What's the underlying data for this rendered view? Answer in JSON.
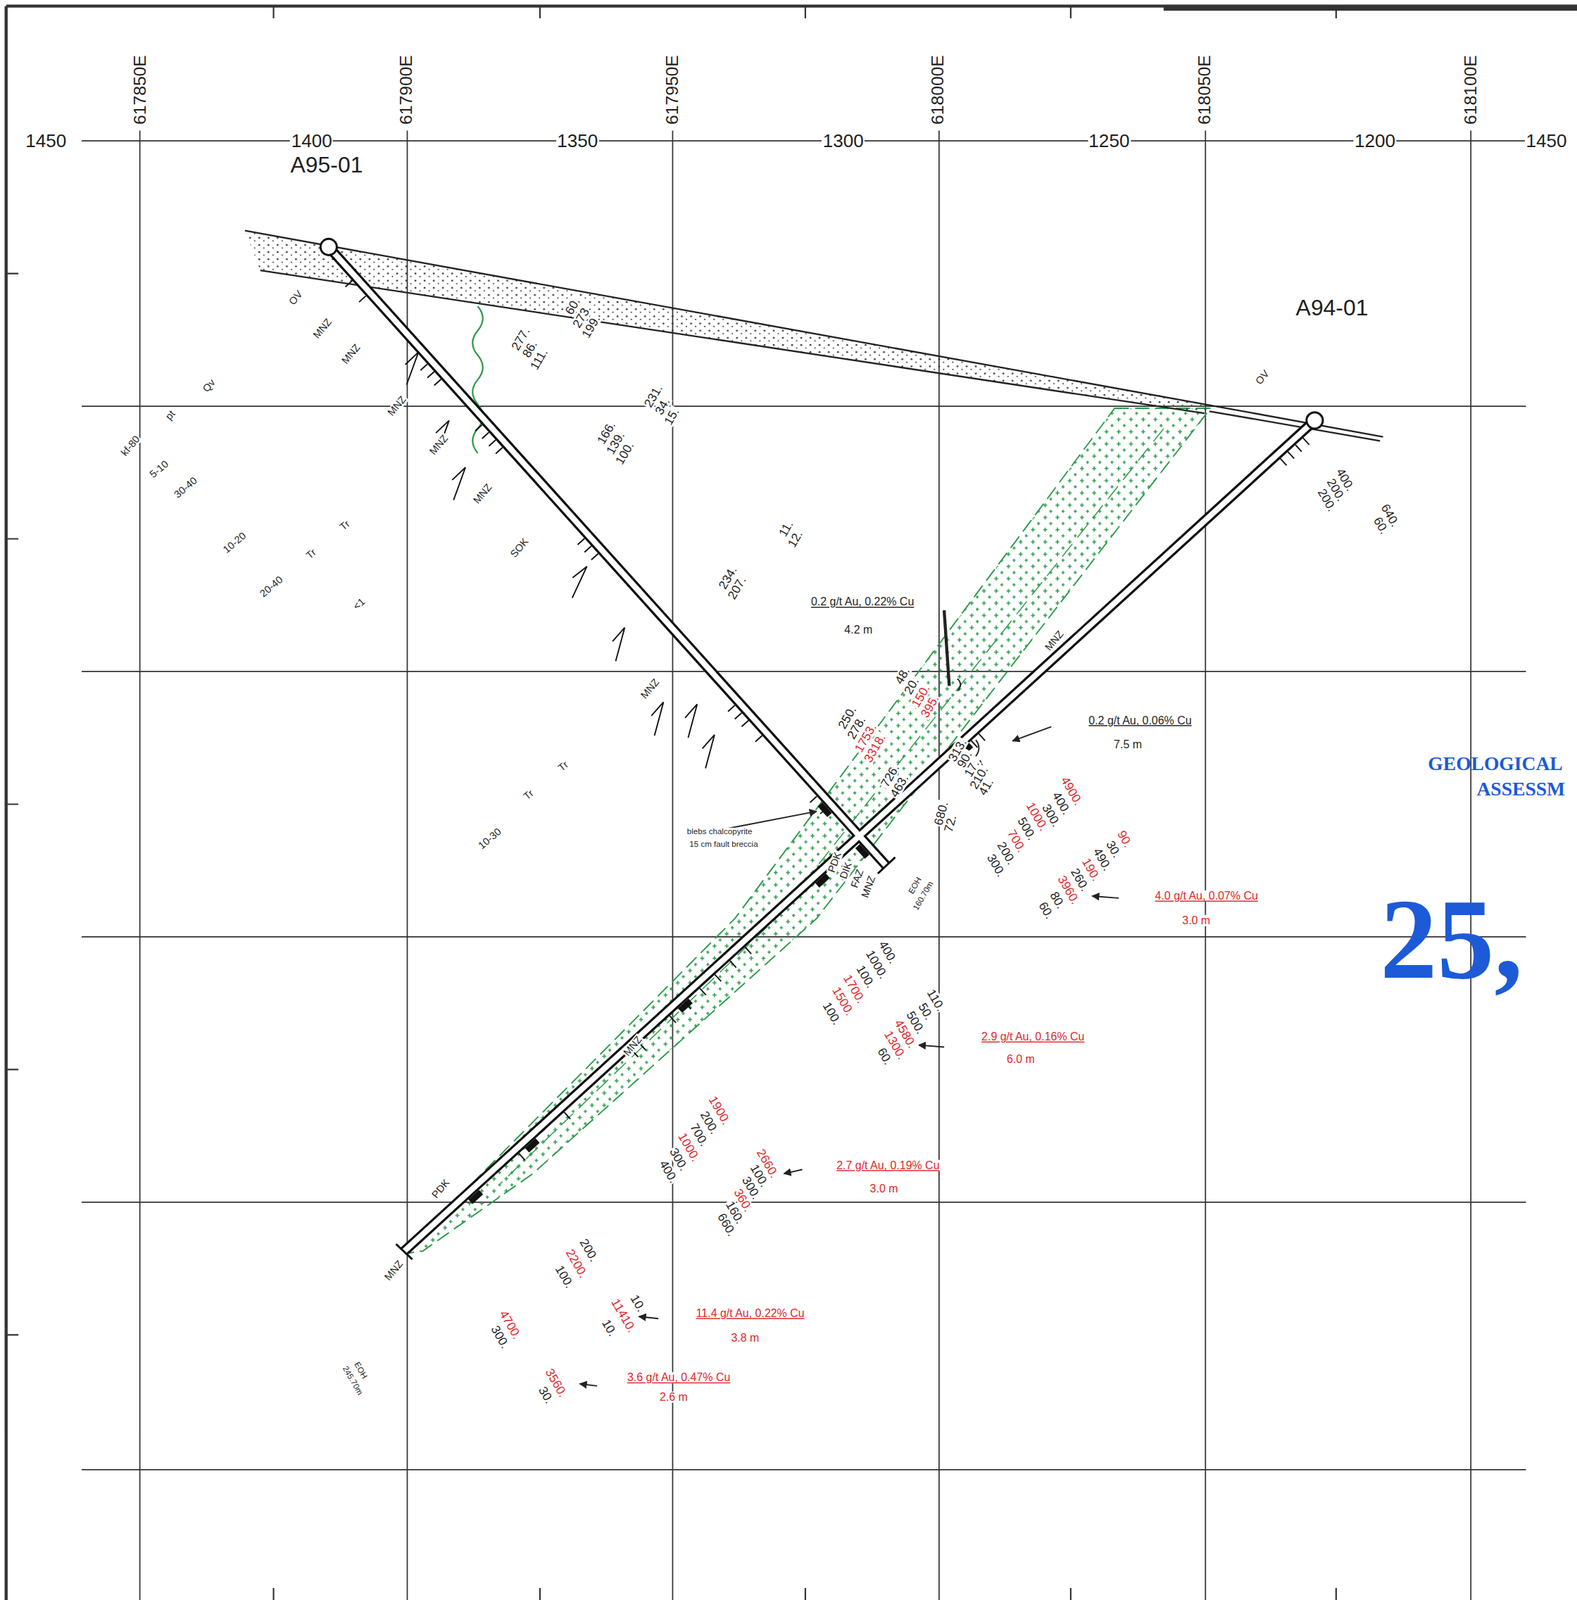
{
  "diagram": {
    "labels": [
      "617850E",
      "617900E",
      "617950E",
      "618000E",
      "618050E",
      "618100E",
      "1450",
      "1400",
      "1350",
      "1300",
      "1250",
      "1200",
      "1450",
      "1400",
      "1350",
      "1300",
      "1250",
      "1200",
      "A95-01",
      "A94-01",
      "kf-80",
      "Qv",
      "pt",
      "5-10",
      "30-40",
      "10-20",
      "Tr",
      "Tr",
      "20-40",
      "<1",
      "10-30",
      "Tr",
      "Tr",
      "OV",
      "MNZ",
      "MNZ",
      "MNZ",
      "MNZ",
      "MNZ",
      "SOK",
      "MNZ",
      "MNZ",
      "OV",
      "MNZ",
      "PDK",
      "MNZ",
      "PDK",
      "DIK",
      "FAZ",
      "MNZ",
      "blebs chalcopyrite",
      "15 cm fault breccia",
      "60.",
      "273.",
      "199.",
      "277.",
      "86.",
      "111.",
      "231.",
      "34.",
      "15.",
      "166.",
      "139.",
      "100.",
      "11.",
      "12.",
      "234.",
      "207.",
      "48.",
      "20.",
      "150.",
      "395.",
      "250.",
      "278.",
      "1753.",
      "3318.",
      "726.",
      "463.",
      "313.",
      "90.",
      "17.",
      "210.",
      "41.",
      "680.",
      "72.",
      "EOH",
      "160.70m",
      "400.",
      "200.",
      "200.",
      "640.",
      "60.",
      "0.2 g/t Au, 0.22% Cu",
      "4.2 m",
      "0.2 g/t Au, 0.06% Cu",
      "7.5 m",
      "4900.",
      "400.",
      "300.",
      "1000.",
      "500.",
      "700.",
      "200.",
      "300.",
      "90.",
      "30.",
      "490.",
      "190.",
      "260.",
      "3960.",
      "80.",
      "60.",
      "4.0 g/t Au, 0.07% Cu",
      "3.0 m",
      "400.",
      "1000.",
      "100.",
      "1700.",
      "1500.",
      "100.",
      "110.",
      "50.",
      "500.",
      "4580.",
      "1300.",
      "60.",
      "2.9 g/t Au, 0.16% Cu",
      "6.0 m",
      "1900.",
      "200.",
      "700.",
      "1000.",
      "300.",
      "400.",
      "2660.",
      "100.",
      "300.",
      "360.",
      "160.",
      "660.",
      "2.7 g/t Au, 0.19% Cu",
      "3.0 m",
      "200.",
      "2200.",
      "100.",
      "10.",
      "11410.",
      "10.",
      "11.4 g/t Au, 0.22% Cu",
      "3.8 m",
      "4700.",
      "300.",
      "3560.",
      "30.",
      "3.6 g/t Au, 0.47% Cu",
      "2.6 m",
      "EOH",
      "245.70m",
      "GEOLOGICAL",
      "ASSESSM",
      "25,"
    ]
  }
}
